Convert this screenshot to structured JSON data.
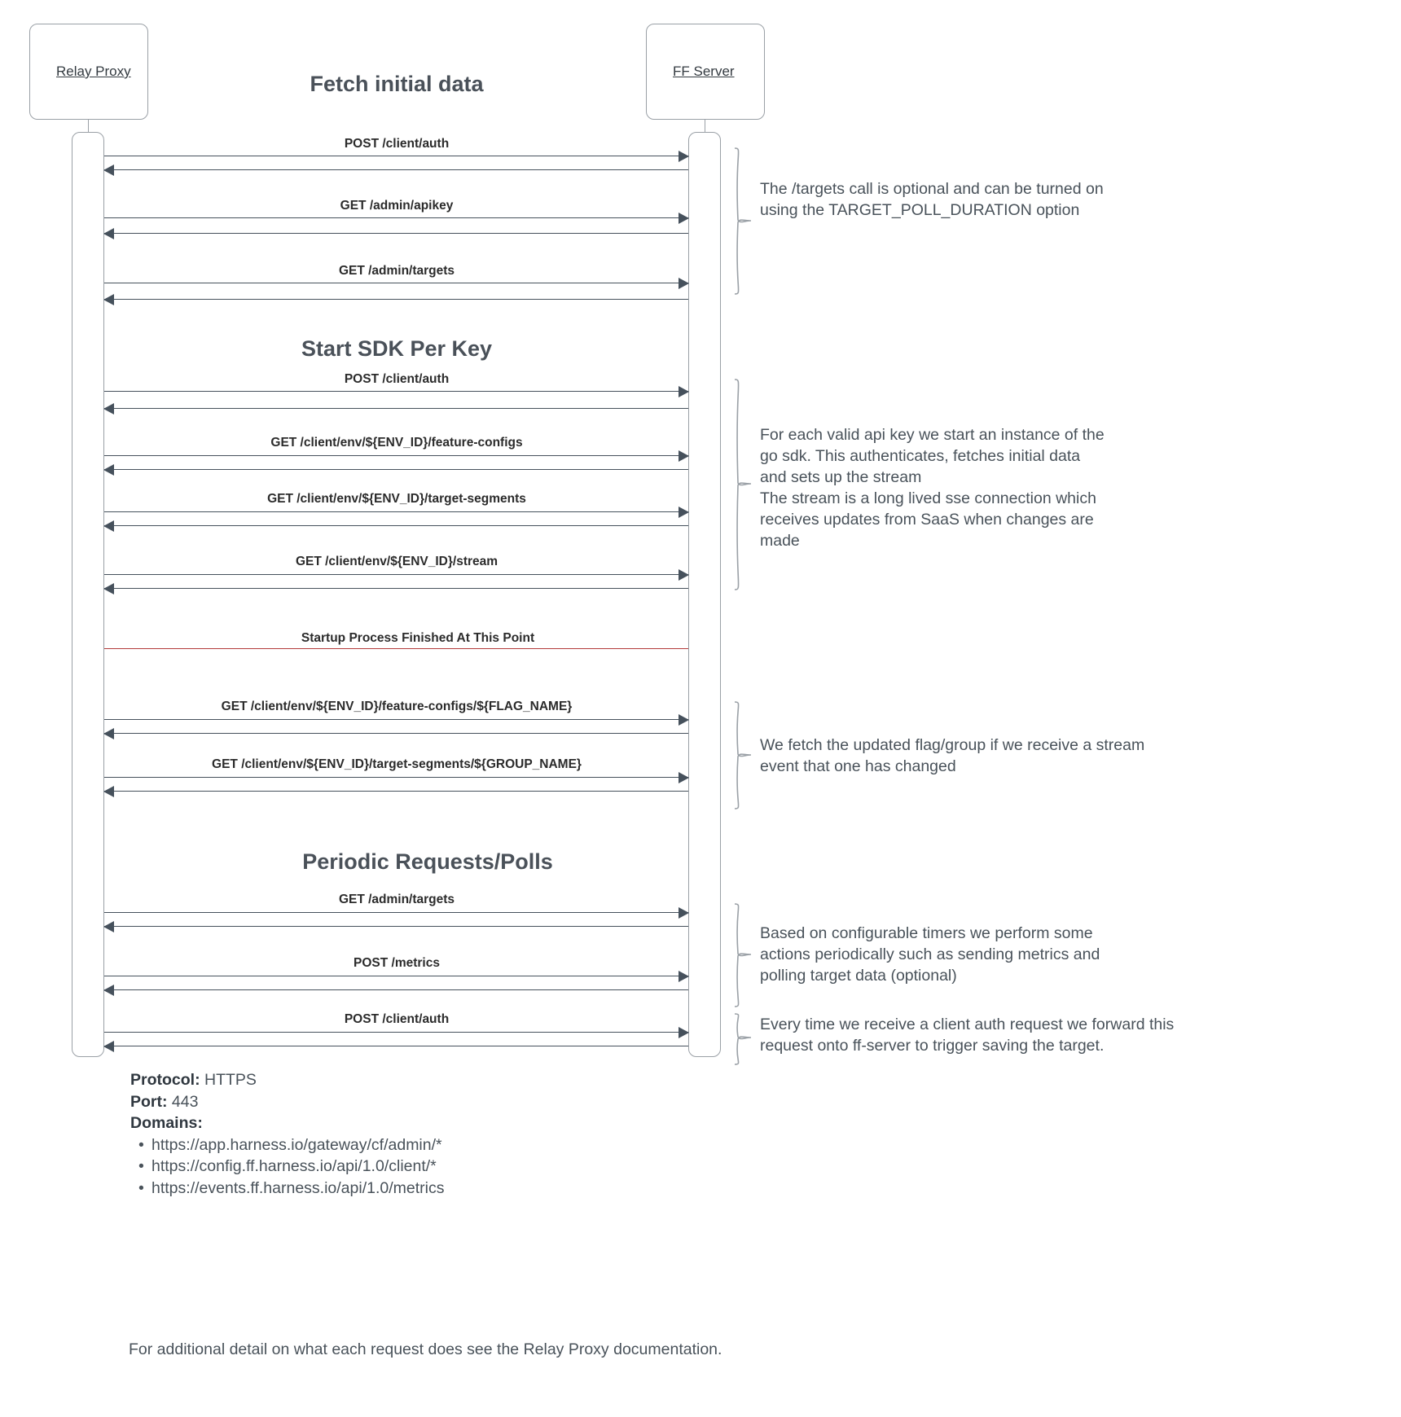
{
  "participants": [
    {
      "id": "relay-proxy",
      "label": "Relay Proxy"
    },
    {
      "id": "ff-server",
      "label": "FF Server"
    }
  ],
  "sections": [
    {
      "id": "fetch-initial-data",
      "title": "Fetch initial data"
    },
    {
      "id": "start-sdk-per-key",
      "title": "Start SDK Per Key"
    },
    {
      "id": "periodic-requests-polls",
      "title": "Periodic Requests/Polls"
    }
  ],
  "messages": [
    {
      "id": "m1",
      "label": "POST /client/auth"
    },
    {
      "id": "m2",
      "label": "GET /admin/apikey"
    },
    {
      "id": "m3",
      "label": "GET /admin/targets"
    },
    {
      "id": "m4",
      "label": "POST /client/auth"
    },
    {
      "id": "m5",
      "label": "GET /client/env/${ENV_ID}/feature-configs"
    },
    {
      "id": "m6",
      "label": "GET /client/env/${ENV_ID}/target-segments"
    },
    {
      "id": "m7",
      "label": "GET /client/env/${ENV_ID}/stream"
    },
    {
      "id": "m8",
      "label": "GET /client/env/${ENV_ID}/feature-configs/${FLAG_NAME}"
    },
    {
      "id": "m9",
      "label": "GET /client/env/${ENV_ID}/target-segments/${GROUP_NAME}"
    },
    {
      "id": "m10",
      "label": "GET /admin/targets"
    },
    {
      "id": "m11",
      "label": "POST /metrics"
    },
    {
      "id": "m12",
      "label": "POST /client/auth"
    }
  ],
  "divider": {
    "label": "Startup Process Finished At This Point",
    "color": "#b33a3a"
  },
  "notes": [
    {
      "id": "note-targets-optional",
      "text": "The /targets call is optional and can be turned on using the TARGET_POLL_DURATION option"
    },
    {
      "id": "note-sdk-instance",
      "text": "For each valid api key we start an instance of the go sdk. This authenticates, fetches initial data and sets up the stream\nThe stream is a long lived sse connection which receives updates from SaaS when changes are made"
    },
    {
      "id": "note-stream-update",
      "text": "We fetch the updated flag/group if we receive a stream event that one has changed"
    },
    {
      "id": "note-periodic-timers",
      "text": "Based on configurable timers we perform some actions periodically such as sending metrics and polling target data (optional)"
    },
    {
      "id": "note-client-auth-forward",
      "text": "Every time we receive a client auth request we forward this request onto ff-server to trigger saving the target."
    }
  ],
  "footer": {
    "protocol_key": "Protocol:",
    "protocol_value": "HTTPS",
    "port_key": "Port:",
    "port_value": "443",
    "domains_key": "Domains:",
    "domains": [
      "https://app.harness.io/gateway/cf/admin/*",
      "https://config.ff.harness.io/api/1.0/client/*",
      "https://events.ff.harness.io/api/1.0/metrics"
    ],
    "note": "For additional detail on what each request does see the Relay Proxy documentation."
  },
  "colors": {
    "stroke": "#9aa0a6",
    "arrow": "#46515c",
    "text": "#49525a",
    "divider": "#b33a3a"
  }
}
